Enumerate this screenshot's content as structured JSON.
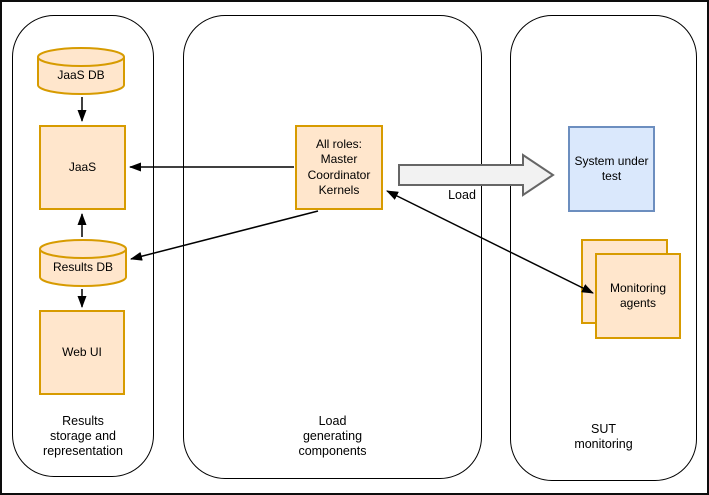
{
  "diagram": {
    "columns": [
      {
        "id": "results-storage",
        "label": "Results\nstorage and\nrepresentation"
      },
      {
        "id": "load-generating",
        "label": "Load\ngenerating\ncomponents"
      },
      {
        "id": "sut-monitoring",
        "label": "SUT\nmonitoring"
      }
    ],
    "nodes": {
      "jaas_db": "JaaS DB",
      "jaas": "JaaS",
      "results_db": "Results DB",
      "web_ui": "Web UI",
      "all_roles": "All roles:\nMaster\nCoordinator\nKernels",
      "sut": "System under\ntest",
      "monitoring": "Monitoring\nagents"
    },
    "load_arrow_label": "Load",
    "edges": [
      {
        "from": "jaas_db",
        "to": "jaas",
        "direction": "one-way"
      },
      {
        "from": "results_db",
        "to": "jaas",
        "direction": "one-way"
      },
      {
        "from": "results_db",
        "to": "web_ui",
        "direction": "one-way"
      },
      {
        "from": "all_roles",
        "to": "jaas",
        "direction": "one-way"
      },
      {
        "from": "all_roles",
        "to": "results_db",
        "direction": "one-way"
      },
      {
        "from": "all_roles",
        "to": "monitoring",
        "direction": "two-way"
      },
      {
        "from": "all_roles",
        "to": "sut",
        "direction": "block-arrow",
        "label": "Load"
      }
    ],
    "colors": {
      "node_fill": "#FFE6CC",
      "node_stroke": "#D79B00",
      "sut_fill": "#DAE8FC",
      "sut_stroke": "#6C8EBF",
      "container_stroke": "#000000",
      "connector": "#000000",
      "load_arrow_fill": "#F2F2F2",
      "load_arrow_stroke": "#666666"
    }
  }
}
